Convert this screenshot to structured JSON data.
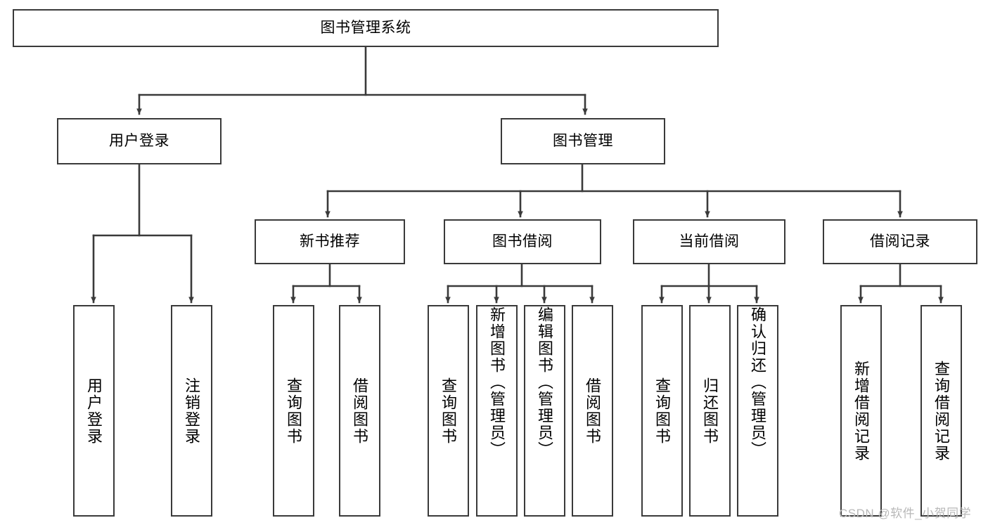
{
  "diagram": {
    "title_node": {
      "label": "图书管理系统"
    },
    "level2": [
      {
        "label": "用户登录"
      },
      {
        "label": "图书管理"
      }
    ],
    "level3": [
      {
        "label": "新书推荐"
      },
      {
        "label": "图书借阅"
      },
      {
        "label": "当前借阅"
      },
      {
        "label": "借阅记录"
      }
    ],
    "leaves": {
      "user_login": [
        {
          "label": "用户登录"
        },
        {
          "label": "注销登录"
        }
      ],
      "new_book_recommend": [
        {
          "label": "查询图书"
        },
        {
          "label": "借阅图书"
        }
      ],
      "book_borrow": [
        {
          "label": "查询图书"
        },
        {
          "label": "新增图书（管理员）"
        },
        {
          "label": "编辑图书（管理员）"
        },
        {
          "label": "借阅图书"
        }
      ],
      "current_borrow": [
        {
          "label": "查询图书"
        },
        {
          "label": "归还图书"
        },
        {
          "label": "确认归还（管理员）"
        }
      ],
      "borrow_record": [
        {
          "label": "新增借阅记录"
        },
        {
          "label": "查询借阅记录"
        }
      ]
    }
  },
  "watermark": {
    "text": "CSDN @软件_小贺同学"
  },
  "colors": {
    "stroke": "#3a3a3a",
    "fill": "#ffffff",
    "text": "#000000",
    "watermark": "#b8b8b8"
  }
}
